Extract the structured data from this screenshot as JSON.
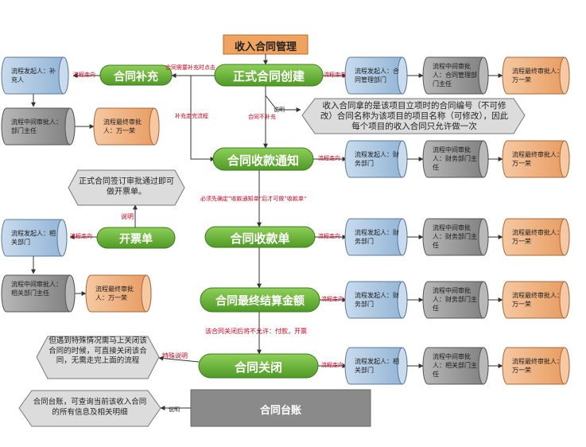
{
  "title": "收入合同管理",
  "nodes": {
    "formal": "正式合同创建",
    "supplement": "合同补充",
    "notice": "合同收款通知",
    "invoice": "开票单",
    "receipt": "合同收款单",
    "final": "合同最终结算金额",
    "close": "合同关闭",
    "ledger": "合同台账"
  },
  "edge_labels": {
    "need_supplement": "合同需要补充时点击",
    "supplement_flow": "补充走完流程",
    "contract_no_supplement": "合同不补充",
    "explain": "说明",
    "must_confirm": "必须先确定”收款通知单“后才可做”收款单“",
    "close_rule": "该合同关闭后将不允许：付款，开票",
    "special_explain": "特殊说明",
    "explain_invoice": "说明",
    "explain_ledger": "说明"
  },
  "flow_labels": {
    "supplement": "流程走向",
    "formal": "流程走向",
    "notice": "流程走向",
    "invoice": "流程走向",
    "receipt": "流程走向",
    "final": "流程走向",
    "close": "流程走向"
  },
  "notes": {
    "formal": "收入合同拿的是该项目立项时的合同编号（不可修改）合同名称为该项目的项目名称（可修改），因此每个项目的收入合同只允许做一次",
    "invoice": "正式合同签订审批通过即可做开票单。",
    "close": "但遇到特殊情况需马上关闭该合同的时候，可直接关闭该合同，无需走完上面的流程",
    "ledger": "合同台账，可查询当前该收入合同的所有信息及相关明细"
  },
  "cylinders": {
    "supplement_start": "流程发起人：补充人",
    "supplement_mid": "流程中间审批人：部门主任",
    "supplement_end": "流程最终审批人：万一荣",
    "formal_start": "流程发起人：合同管理部门",
    "formal_mid": "流程中间审批人：合同管理部门主任",
    "formal_end": "流程最终审批人：万一荣",
    "notice_start": "流程发起人：财务部门",
    "notice_mid": "流程中间审批人：财务部门主任",
    "notice_end": "流程最终审批人：万一荣",
    "invoice_start": "流程发起人：相关部门",
    "invoice_mid": "流程中间审批人：相关部门主任",
    "invoice_end": "流程最终审批人：万一荣",
    "receipt_start": "流程发起人：财务部门",
    "receipt_mid": "流程中间审批人：财务部门主任",
    "receipt_end": "流程最终审批人：万一荣",
    "final_start": "流程发起人：财务部门",
    "final_mid": "流程中间审批人：财务部门主任",
    "final_end": "流程最终审批人：万一荣",
    "close_start": "流程发起人：相关部门",
    "close_mid": "流程中间审批人：相关部门主任",
    "close_end": "流程最终审批人：万一荣"
  },
  "colors": {
    "title_fill": "#f0a35e",
    "node_fill": "#6cb83a",
    "node_stroke": "#3d7a1e",
    "ledger_fill": "#8a8a8a",
    "cyl_blue": "#a9c6e0",
    "cyl_gray": "#9a9a9a",
    "cyl_orange": "#f0b07e",
    "note_fill": "#dcdcdc",
    "arrow": "#333333",
    "red": "#d0021b"
  }
}
